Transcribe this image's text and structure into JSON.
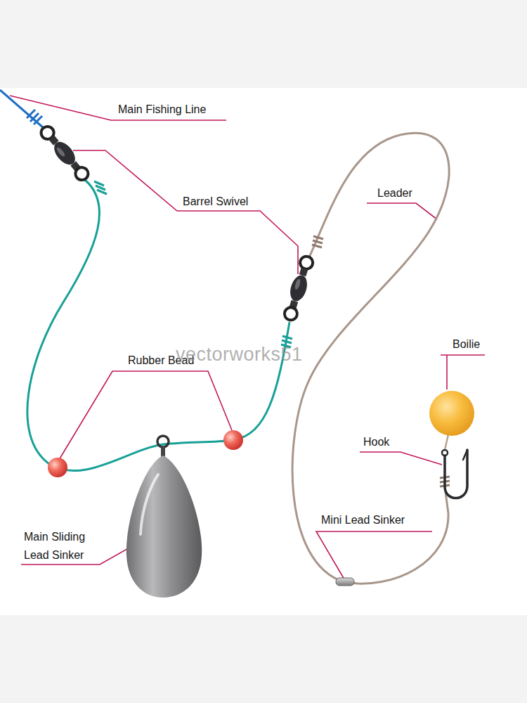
{
  "diagram": {
    "labels": [
      "Main Fishing Line",
      "Barrel Swivel",
      "Leader",
      "Boilie",
      "Rubber Bead",
      "Hook",
      "Main Sliding Lead Sinker",
      "Mini Lead Sinker",
      "vectorworks51"
    ]
  }
}
